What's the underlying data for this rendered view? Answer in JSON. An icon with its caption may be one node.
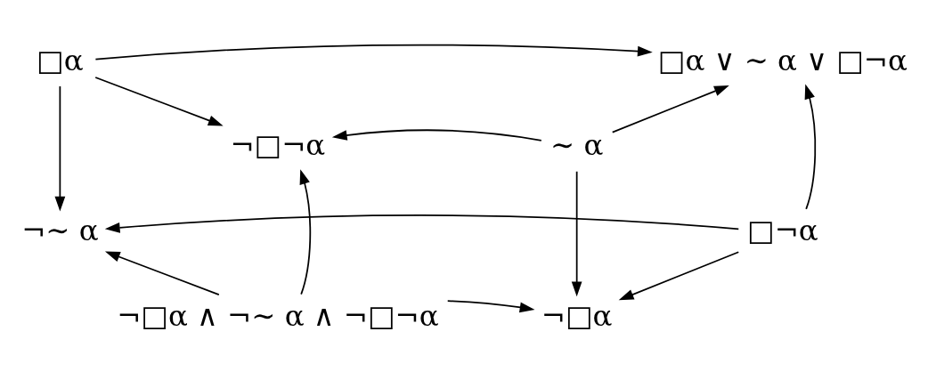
{
  "diagram": {
    "nodes": [
      {
        "text": [
          "□α"
        ]
      },
      {
        "text": [
          "□α ∨ ∼ α ∨ □¬α"
        ]
      },
      {
        "text": [
          "¬□¬α"
        ]
      },
      {
        "text": [
          "∼ α"
        ]
      },
      {
        "text": [
          "¬∼ α"
        ]
      },
      {
        "text": [
          "□¬α"
        ]
      },
      {
        "text": [
          "¬□α ∧ ¬∼ α ∧ ¬□¬α"
        ]
      },
      {
        "text": [
          "¬□α"
        ]
      }
    ],
    "edges": [
      {
        "from": 0,
        "to": 1,
        "arrow": "to"
      },
      {
        "from": 0,
        "to": 2,
        "arrow": "to"
      },
      {
        "from": 0,
        "to": 4,
        "arrow": "to"
      },
      {
        "from": 3,
        "to": 2,
        "arrow": "to"
      },
      {
        "from": 3,
        "to": 1,
        "arrow": "to"
      },
      {
        "from": 5,
        "to": 1,
        "arrow": "to"
      },
      {
        "from": 3,
        "to": 7,
        "arrow": "to"
      },
      {
        "from": 5,
        "to": 4,
        "arrow": "to"
      },
      {
        "from": 5,
        "to": 7,
        "arrow": "to"
      },
      {
        "from": 6,
        "to": 4,
        "arrow": "to"
      },
      {
        "from": 6,
        "to": 2,
        "arrow": "to"
      },
      {
        "from": 6,
        "to": 7,
        "arrow": "to"
      }
    ]
  }
}
